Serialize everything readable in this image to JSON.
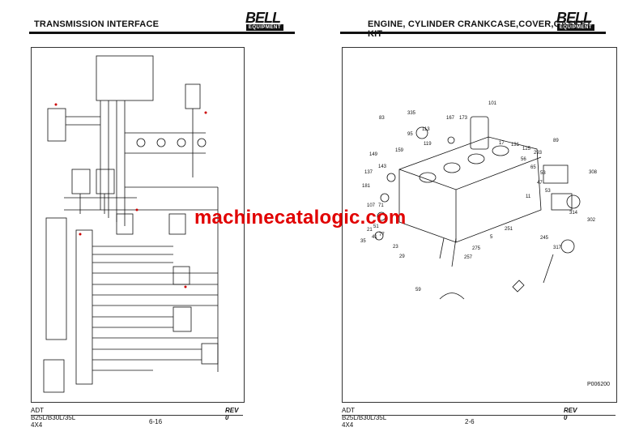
{
  "left": {
    "header_title": "TRANSMISSION INTERFACE",
    "logo_text": "BELL",
    "logo_sub": "EQUIPMENT",
    "model": "ADT B25L/B30L/35L 4X4",
    "rev": "REV 0",
    "page_number": "6-16"
  },
  "right": {
    "header_title": "ENGINE, CYLINDER CRANKCASE,COVER,GASKET KIT",
    "logo_text": "BELL",
    "logo_sub": "EQUIPMENT",
    "model": "ADT B25L/B30L/35L 4X4",
    "rev": "REV 0",
    "page_number": "2-6",
    "drawing_code": "P006200",
    "part_numbers": [
      "101",
      "335",
      "167",
      "173",
      "83",
      "113",
      "95",
      "119",
      "17",
      "131",
      "125",
      "293",
      "89",
      "159",
      "149",
      "143",
      "137",
      "181",
      "56",
      "65",
      "53",
      "47",
      "308",
      "107",
      "71",
      "11",
      "53",
      "314",
      "51",
      "302",
      "21",
      "41",
      "77",
      "35",
      "23",
      "29",
      "251",
      "275",
      "257",
      "5",
      "245",
      "317",
      "59"
    ]
  },
  "watermark": "machinecatalogic.com"
}
